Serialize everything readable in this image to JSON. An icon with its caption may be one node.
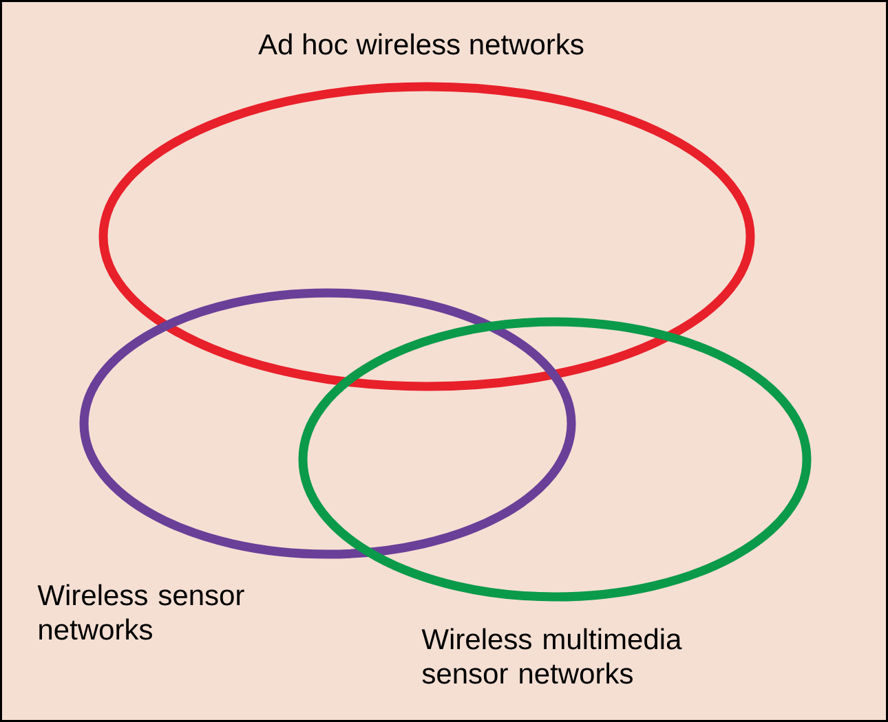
{
  "diagram": {
    "nodes": [
      {
        "text": [
          "Ad hoc wireless networks"
        ]
      },
      {
        "text": [
          "Wireless sensor networks"
        ]
      },
      {
        "text": [
          "Wireless multimedia sensor networks"
        ]
      }
    ]
  }
}
